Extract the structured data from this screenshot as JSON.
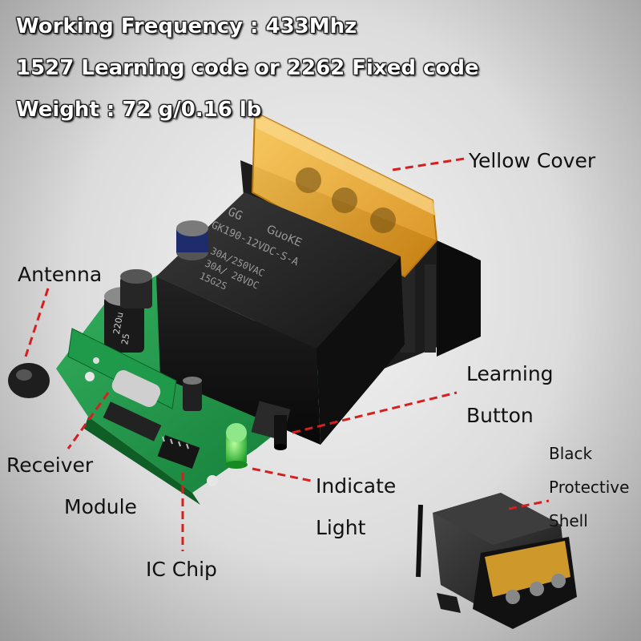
{
  "specs": {
    "frequency": "Working Frequency : 433Mhz",
    "code": "1527 Learning code or 2262 Fixed code",
    "weight": "Weight : 72 g/0.16 lb"
  },
  "relay": {
    "brand_mark": "GG",
    "brand_name": "GuoKE",
    "model": "GK190-12VDC-S-A",
    "rating_1": "30A/250VAC",
    "rating_2": "30A/ 28VDC",
    "rating_3": "15G2S"
  },
  "capacitor": {
    "text_1": "220u",
    "text_2": "25"
  },
  "callouts": {
    "yellow_cover": "Yellow Cover",
    "antenna": "Antenna",
    "learning_line1": "Learning",
    "learning_line2": "Button",
    "receiver_line1": "Receiver",
    "receiver_line2": "Module",
    "indicate_line1": "Indicate",
    "indicate_line2": "Light",
    "ic_chip": "IC Chip",
    "shell_line1": "Black",
    "shell_line2": "Protective",
    "shell_line3": "Shell"
  },
  "colors": {
    "callout_line": "#d42020",
    "pcb": "#1f8f45",
    "cover": "#f0a820",
    "relay_body": "#1a1a1a"
  }
}
